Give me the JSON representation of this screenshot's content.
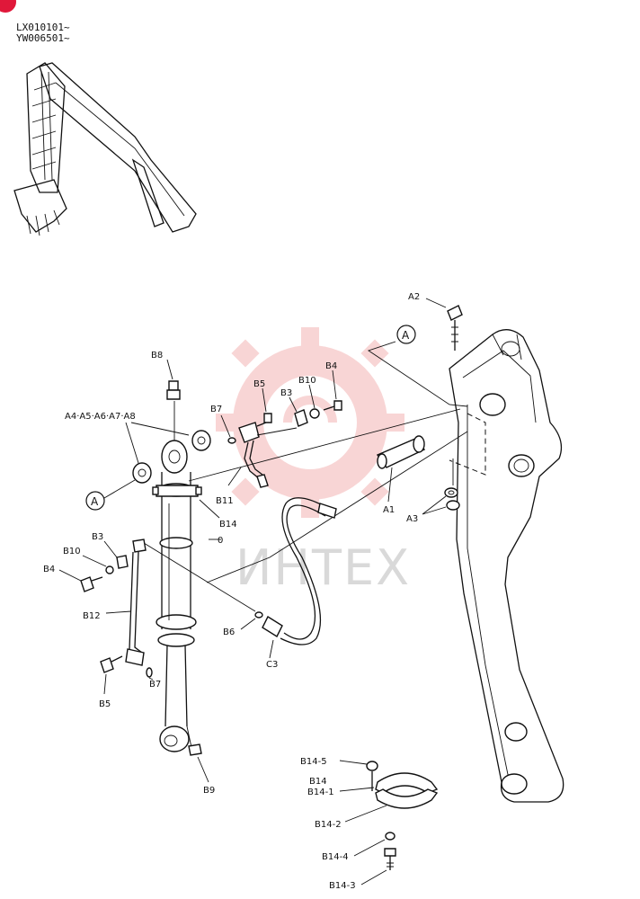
{
  "serial_numbers": [
    "LX010101~",
    "YW006501~"
  ],
  "callouts": {
    "view_a_1": "A",
    "view_a_2": "A"
  },
  "labels": {
    "a1": "A1",
    "a2": "A2",
    "a3": "A3",
    "a4_a8": "A4·A5·A6·A7·A8",
    "b3_top": "B3",
    "b3_left": "B3",
    "b4_top": "B4",
    "b4_left": "B4",
    "b5_top": "B5",
    "b5_left": "B5",
    "b6": "B6",
    "b7_top": "B7",
    "b7_left": "B7",
    "b8": "B8",
    "b9": "B9",
    "b10_top": "B10",
    "b10_left": "B10",
    "b11": "B11",
    "b12": "B12",
    "b14": "B14",
    "b14_5": "B14-5",
    "b14_group": "B14",
    "b14_1": "B14-1",
    "b14_2": "B14-2",
    "b14_4": "B14-4",
    "b14_3": "B14-3",
    "c3": "C3",
    "zero": "0"
  },
  "watermark": {
    "text": "ИНТЕХ",
    "color": "#f2a0a0"
  },
  "colors": {
    "badge": "#e0183a",
    "ink": "#111111"
  }
}
